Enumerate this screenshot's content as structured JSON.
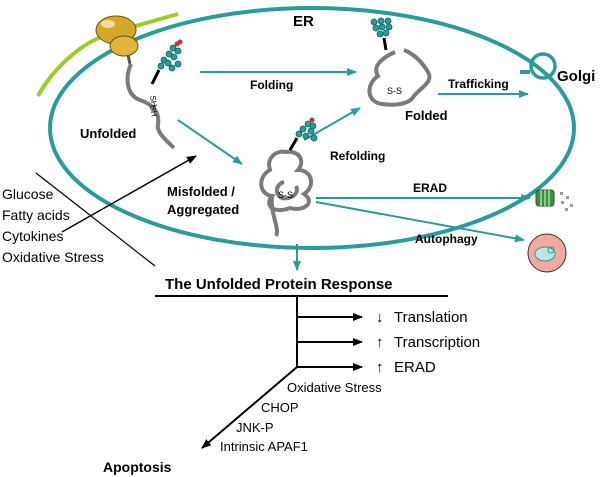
{
  "compartment": {
    "er_label": "ER",
    "golgi_label": "Golgi"
  },
  "protein_states": {
    "unfolded": "Unfolded",
    "folded": "Folded",
    "misfolded_line1": "Misfolded /",
    "misfolded_line2": "Aggregated",
    "thiol_top": "SH",
    "thiol_bottom": "SH",
    "disulfide": "S-S"
  },
  "processes": {
    "folding": "Folding",
    "refolding": "Refolding",
    "trafficking": "Trafficking",
    "erad": "ERAD",
    "autophagy": "Autophagy"
  },
  "stressors": [
    "Glucose",
    "Fatty acids",
    "Cytokines",
    "Oxidative Stress"
  ],
  "upr": {
    "title": "The Unfolded Protein Response",
    "outputs": [
      {
        "direction": "down",
        "label": "Translation"
      },
      {
        "direction": "up",
        "label": "Transcription"
      },
      {
        "direction": "up",
        "label": "ERAD"
      }
    ],
    "apoptosis_mediators": [
      "Oxidative Stress",
      "CHOP",
      "JNK-P",
      "Intrinsic APAF1"
    ],
    "apoptosis_label": "Apoptosis"
  },
  "colors": {
    "teal": "#2a9b9b",
    "protein_gray": "#7a7a7a",
    "glycan_teal": "#2a9b9b",
    "ribosome_gold": "#d4a92a",
    "mrna_green": "#9ccc2a",
    "nascent_red": "#c0392b",
    "proteasome_green": "#3f8f3f",
    "autophagosome_pink": "#f3a9a0"
  }
}
